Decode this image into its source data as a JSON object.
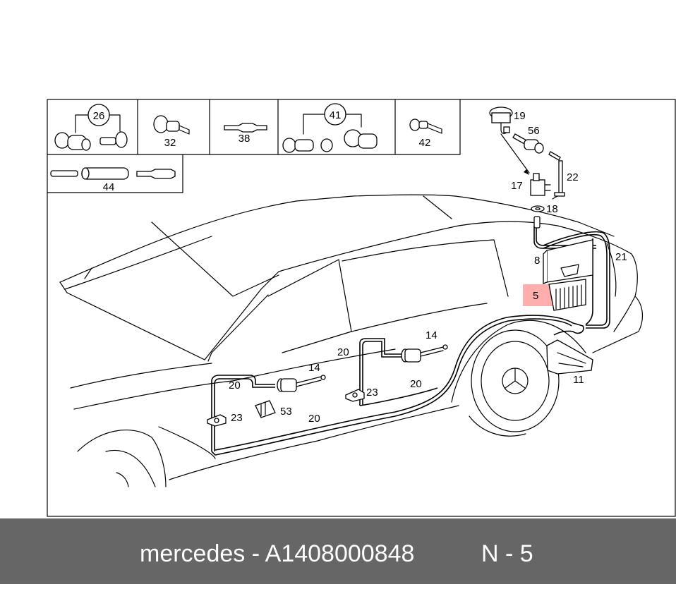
{
  "footer": {
    "brand": "mercedes",
    "separator": "-",
    "part_number": "A1408000848",
    "position_label": "N - 5"
  },
  "highlight_color": "#ff6b6b",
  "diagram": {
    "inset_labels": {
      "c26": "26",
      "c32": "32",
      "c38": "38",
      "c41": "41",
      "c42": "42",
      "c44": "44"
    },
    "callouts": {
      "p19": "19",
      "p56": "56",
      "p22": "22",
      "p17": "17",
      "p18": "18",
      "p21": "21",
      "p8": "8",
      "p5": "5",
      "p11": "11",
      "p14a": "14",
      "p14b": "14",
      "p20a": "20",
      "p20b": "20",
      "p20c": "20",
      "p20d": "20",
      "p23a": "23",
      "p23b": "23",
      "p53": "53"
    }
  }
}
